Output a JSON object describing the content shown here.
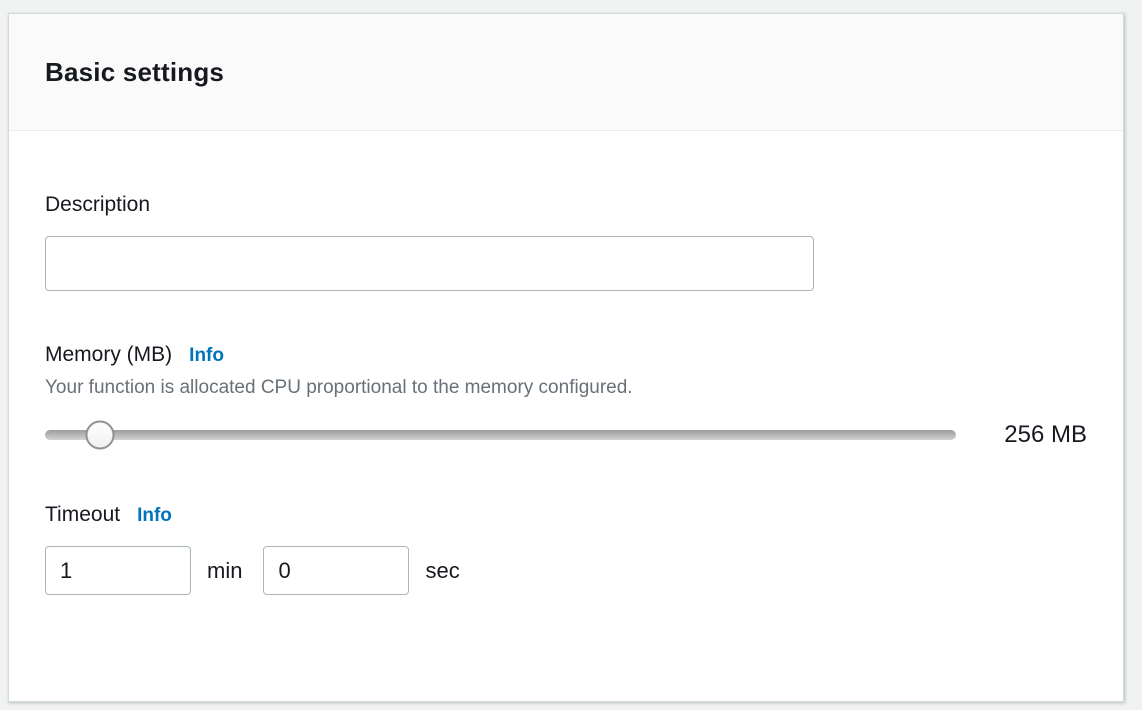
{
  "panel": {
    "title": "Basic settings"
  },
  "description": {
    "label": "Description",
    "value": ""
  },
  "memory": {
    "label": "Memory (MB)",
    "info_label": "Info",
    "helper": "Your function is allocated CPU proportional to the memory configured.",
    "value_display": "256 MB",
    "slider_percent": 6
  },
  "timeout": {
    "label": "Timeout",
    "info_label": "Info",
    "minutes_value": "1",
    "minutes_unit": "min",
    "seconds_value": "0",
    "seconds_unit": "sec"
  },
  "colors": {
    "link_blue": "#0073bb",
    "heading_text": "#16191f",
    "helper_gray": "#687078",
    "input_border": "#aab7b8",
    "card_header_bg": "#fafafa",
    "card_border": "#d5dbdb",
    "page_bg": "#f1f2f2"
  }
}
